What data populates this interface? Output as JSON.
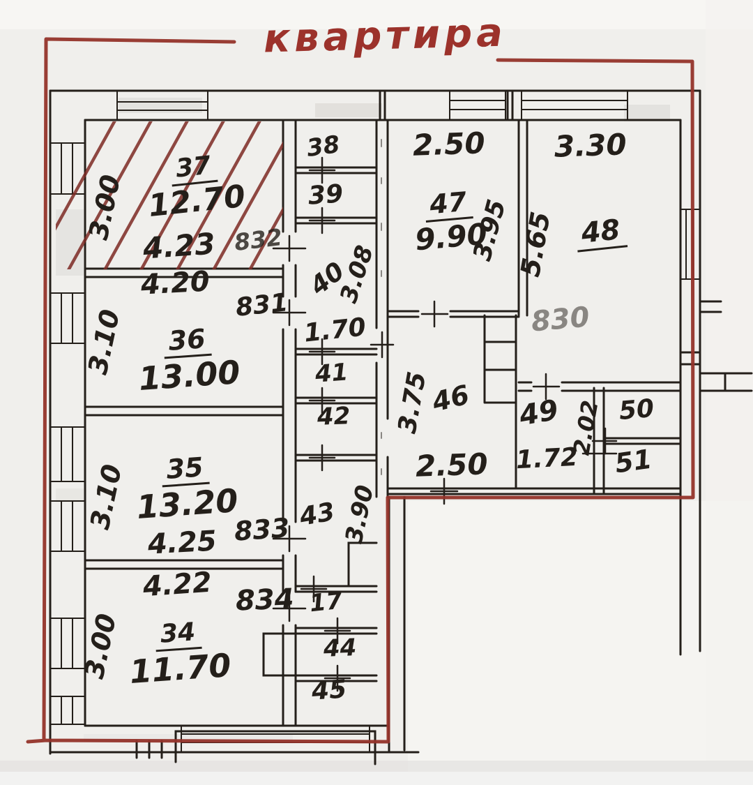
{
  "title": "квартира",
  "colors": {
    "ink": "#241f1a",
    "outline_red": "#93332a",
    "hatch_red": "#7d2a24",
    "paper": "#f0efec"
  },
  "rooms": {
    "34": {
      "number": "34",
      "area": "11.70"
    },
    "35": {
      "number": "35",
      "area": "13.20"
    },
    "36": {
      "number": "36",
      "area": "13.00"
    },
    "37": {
      "number": "37",
      "area": "12.70"
    },
    "38": {
      "number": "38"
    },
    "39": {
      "number": "39"
    },
    "40": {
      "number": "40"
    },
    "41": {
      "number": "41"
    },
    "42": {
      "number": "42"
    },
    "43": {
      "number": "43"
    },
    "44": {
      "number": "44"
    },
    "45": {
      "number": "45"
    },
    "46": {
      "number": "46"
    },
    "47": {
      "number": "47",
      "area": "9.90"
    },
    "48": {
      "number": "48"
    },
    "49": {
      "number": "49"
    },
    "50": {
      "number": "50"
    },
    "51": {
      "number": "51"
    }
  },
  "door_marks": {
    "m830": "830",
    "m831": "831",
    "m832": "832",
    "m833": "833",
    "m834": "834"
  },
  "dimensions": {
    "room37_width": "4.23",
    "room37_depth": "3.00",
    "room36_width": "4.20",
    "room36_depth": "3.10",
    "room35_width": "4.25",
    "room35_depth": "3.10",
    "room34_width": "4.22",
    "room34_depth": "3.00",
    "closet_depth": "3.08",
    "closet_width": "1.70",
    "corridor_depth": "3.90",
    "closet17": "17",
    "room47_width": "2.50",
    "room47_depth": "3.95",
    "room48_width": "3.30",
    "room48_depth": "5.65",
    "hall_depth": "3.75",
    "hall_width": "2.50",
    "room49_width": "1.72",
    "room49_depth": "2.02"
  }
}
